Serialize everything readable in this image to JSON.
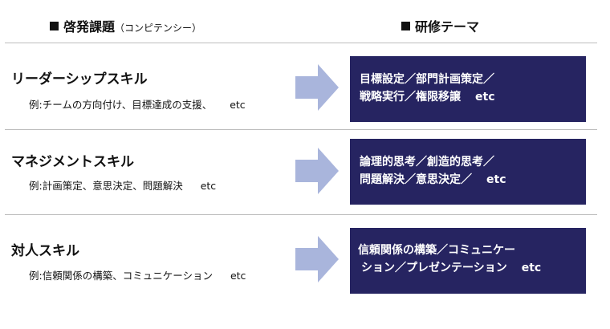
{
  "header": {
    "left_title": "啓発課題",
    "left_sub": "（コンピテンシー）",
    "right_title": "研修テーマ"
  },
  "rows": [
    {
      "title": "リーダーシップスキル",
      "example": "例:チームの方向付け、目標達成の支援、",
      "example_etc": "etc",
      "theme_lines": [
        "目標設定／部門計画策定／",
        "戦略実行／権限移譲"
      ],
      "theme_etc": "etc"
    },
    {
      "title": "マネジメントスキル",
      "example": "例:計画策定、意思決定、問題解決",
      "example_etc": "etc",
      "theme_lines": [
        "論理的思考／創造的思考／",
        "問題解決／意思決定／"
      ],
      "theme_etc": "etc"
    },
    {
      "title": "対人スキル",
      "example": "例:信頼関係の構築、コミュニケーション",
      "example_etc": "etc",
      "theme_lines": [
        "信頼関係の構築／コミュニケー",
        "ション／プレゼンテーション"
      ],
      "theme_etc": "etc"
    }
  ],
  "colors": {
    "box": "#262461",
    "arrow": "#a9b5dc",
    "divider": "#bdbdbd"
  }
}
